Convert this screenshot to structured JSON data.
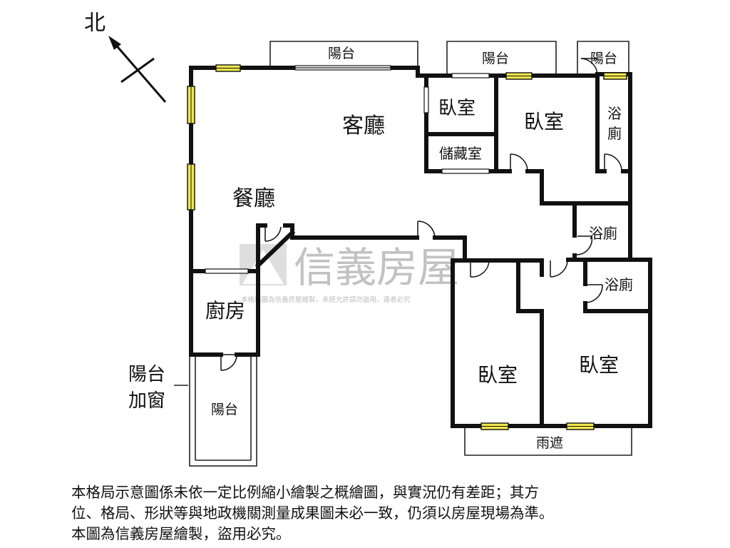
{
  "compass": {
    "north_label": "北"
  },
  "rooms": {
    "living_room": "客廳",
    "dining_room": "餐廳",
    "bedroom_small": "臥室",
    "bedroom_north": "臥室",
    "bedroom_south_left": "臥室",
    "bedroom_south_right": "臥室",
    "storage_room": "儲藏室",
    "bathroom_north": "浴廁",
    "bathroom_middle": "浴廁",
    "bathroom_south": "浴廁",
    "kitchen": "廚房",
    "balcony_living": "陽台",
    "balcony_bedroom": "陽台",
    "balcony_bath": "陽台",
    "balcony_kitchen": "陽台",
    "rain_shelter": "雨遮"
  },
  "annotation": {
    "line1": "陽台",
    "line2": "加窗"
  },
  "watermark": {
    "brand": "信義房屋",
    "notice": "本格局圖為信義房屋繪製，未經允許請勿盜用，違者必究"
  },
  "disclaimer": {
    "line1": "本格局示意圖係未依一定比例縮小繪製之概繪圖，與實況仍有差距；其方",
    "line2": "位、格局、形狀等與地政機關測量成果圖未必一致，仍須以房屋現場為準。",
    "line3": "本圖為信義房屋繪製，盜用必究。"
  },
  "colors": {
    "wall": "#111111",
    "window_fill": "#f2e84a",
    "watermark": "#bdbdbd"
  }
}
